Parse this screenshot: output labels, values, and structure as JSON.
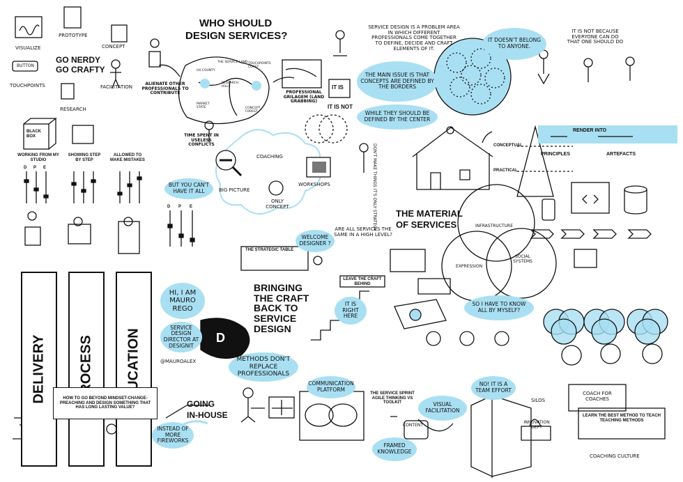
{
  "top_left": {
    "visualize": "VISUALIZE",
    "prototype": "PROTOTYPE",
    "concept": "CONCEPT",
    "go_nerdy": "GO NERDY",
    "go_crafty": "GO CRAFTY",
    "touchpoints": "TOUCHPOINTS",
    "facilitation": "FACILITATION",
    "research": "RESEARCH",
    "button": "BUTTON"
  },
  "who_should": {
    "title1": "WHO SHOULD",
    "title2": "DESIGN SERVICES?",
    "alienate": "ALIENATE OTHER PROFESSIONALS TO CONTRIBUTE",
    "grilagem": "PROFESSIONAL GRILAGEM (LAND GRABBING)",
    "map_service_land": "THE SERVICE LAND",
    "map_ux_county": "UX COUNTY",
    "map_touchpoints_coast": "TOUCHPOINTS COAST",
    "map_research_hills": "RESEARCH HILLS",
    "map_market_state": "MARKET STATE",
    "map_concept_forest": "CONCEPT FOREST",
    "time_spent": "TIME SPENT IN USELESS CONFLICTS"
  },
  "it_is": {
    "it_is": "IT IS",
    "it_is_not": "IT IS NOT"
  },
  "service_design_text": "SERVICE DESIGN IS A PROBLEM AREA IN WHICH DIFFERENT PROFESSIONALS COME TOGETHER TO DEFINE, DECIDE AND CRAFT ELEMENTS OF IT.",
  "bubbles": {
    "doesnt_belong": "IT DOESN'T BELONG TO ANYONE.",
    "main_issue": "THE MAIN ISSUE IS THAT CONCEPTS ARE DEFINED BY THE BORDERS",
    "while_should": "WHILE THEY SHOULD BE DEFINED BY THE CENTER",
    "cant_have_all": "BUT YOU CAN'T HAVE IT ALL",
    "welcome": "WELCOME DESIGNER ?",
    "hi_mauro": "HI, I AM MAURO REGO",
    "director": "SERVICE DESIGN DIRECTOR AT DESIGNIT",
    "methods": "METHODS DON'T REPLACE PROFESSIONALS",
    "it_is_right": "IT IS RIGHT HERE",
    "comm_platform": "COMMUNICATION PLATFORM",
    "instead": "INSTEAD OF MORE FIREWORKS",
    "visual_facil": "VISUAL FACILITATION",
    "framed_know": "FRAMED KNOWLEDGE",
    "know_all": "SO I HAVE TO KNOW ALL BY MYSELF?",
    "team_effort": "NO! IT IS A TEAM EFFORT"
  },
  "not_because": "IT IS NOT BECAUSE EVERYONE CAN DO THAT ONE SHOULD DO",
  "render": {
    "render_into": "RENDER INTO",
    "principles": "PRINCIPLES",
    "artefacts": "ARTEFACTS"
  },
  "house": {
    "conceptual": "CONCEPTUAL",
    "practical": "PRACTICAL"
  },
  "center": {
    "coaching": "COACHING",
    "workshops": "WORKSHOPS",
    "big_picture": "BIG PICTURE",
    "only_concept": "ONLY CONCEPT",
    "strategic_table": "THE STRATEGIC TABLE",
    "dont_make": "DON'T MAKE THINGS IT'S ONLY STRATEGY",
    "are_all": "ARE ALL SERVICES THE SAME IN A HIGH LEVEL?",
    "leave_craft": "LEAVE THE CRAFT BEHIND",
    "bringing": [
      "BRINGING",
      "THE CRAFT",
      "BACK TO",
      "SERVICE",
      "DESIGN"
    ]
  },
  "material": {
    "title1": "THE MATERIAL",
    "title2": "OF SERVICES",
    "infrastructure": "INFRASTRUCTURE",
    "expression": "EXPRESSION",
    "social": "SOCIAL SYSTEMS"
  },
  "left": {
    "black_box": "BLACK BOX",
    "working": "WORKING FROM MY STUDIO",
    "showing": "SHOWING STEP BY STEP",
    "allowed": "ALLOWED TO MAKE MISTAKES",
    "dpe": [
      "D",
      "P",
      "E"
    ],
    "pillars": [
      "DELIVERY",
      "PROCESS",
      "EDUCATION"
    ],
    "how_to": "HOW TO GO BEYOND MINDSET-CHANGE-PREACHING AND DESIGN SOMETHING THAT HAS LONG LASTING VALUE?",
    "handle": "@MAUROALEX"
  },
  "bottom": {
    "going": "GOING",
    "in_house": "IN-HOUSE",
    "sprint": "THE SERVICE SPRINT AGILE THINKING VS TOOLKIT",
    "content": "CONTENT",
    "silos": "SILOS",
    "innovation": "INNOVATION DEPT",
    "coach_for": "COACH FOR COACHES",
    "learn": "LEARN THE BEST METHOD TO TEACH TEACHING METHODS",
    "coaching_culture": "COACHING CULTURE"
  },
  "colors": {
    "accent": "#a9dff2",
    "ink": "#111111"
  }
}
